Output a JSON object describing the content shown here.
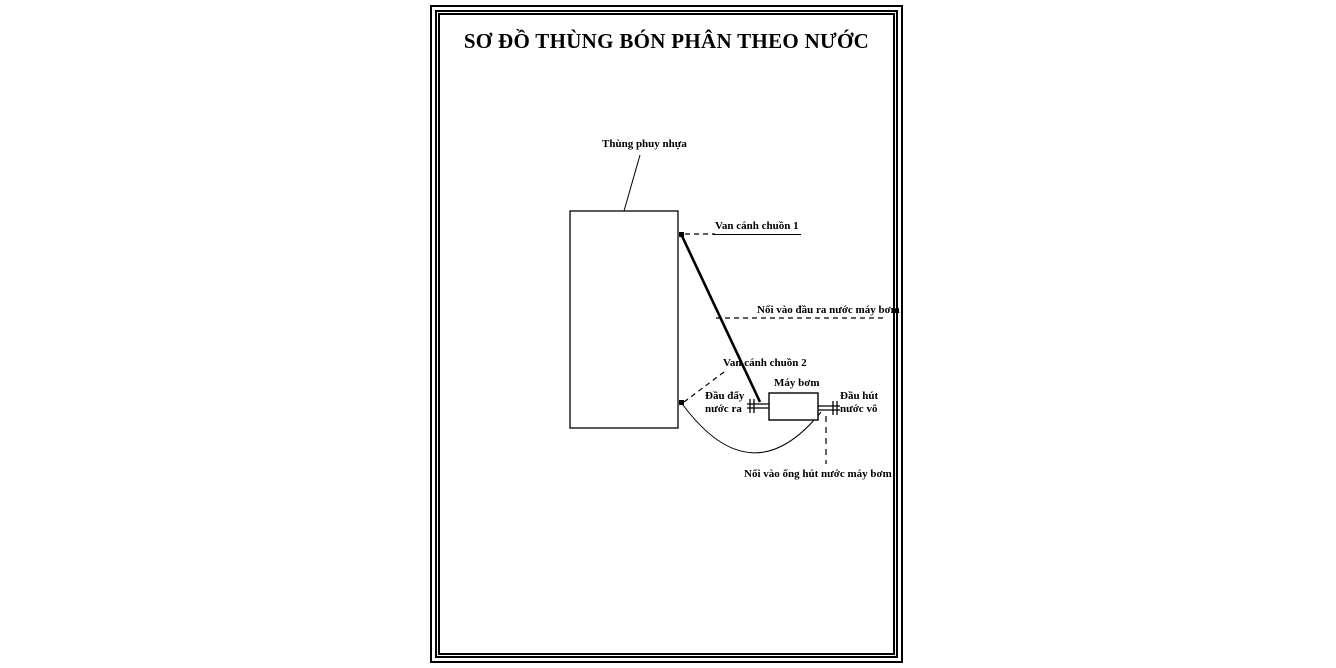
{
  "page": {
    "title": "SƠ ĐỒ THÙNG BÓN PHÂN THEO NƯỚC"
  },
  "labels": {
    "tank": "Thùng phuy nhựa",
    "valve1": "Van cánh chuồn 1",
    "outlet_connection": "Nối vào đầu ra nước máy bơm",
    "valve2": "Van cánh chuồn 2",
    "pump": "Máy bơm",
    "discharge_line1": "Đầu đẩy",
    "discharge_line2": "nước ra",
    "suction_line1": "Đầu hút",
    "suction_line2": "nước vô",
    "suction_connection": "Nối vào ống hút nước máy bơm"
  },
  "colors": {
    "line": "#000000",
    "text": "#000000",
    "background": "#ffffff"
  }
}
